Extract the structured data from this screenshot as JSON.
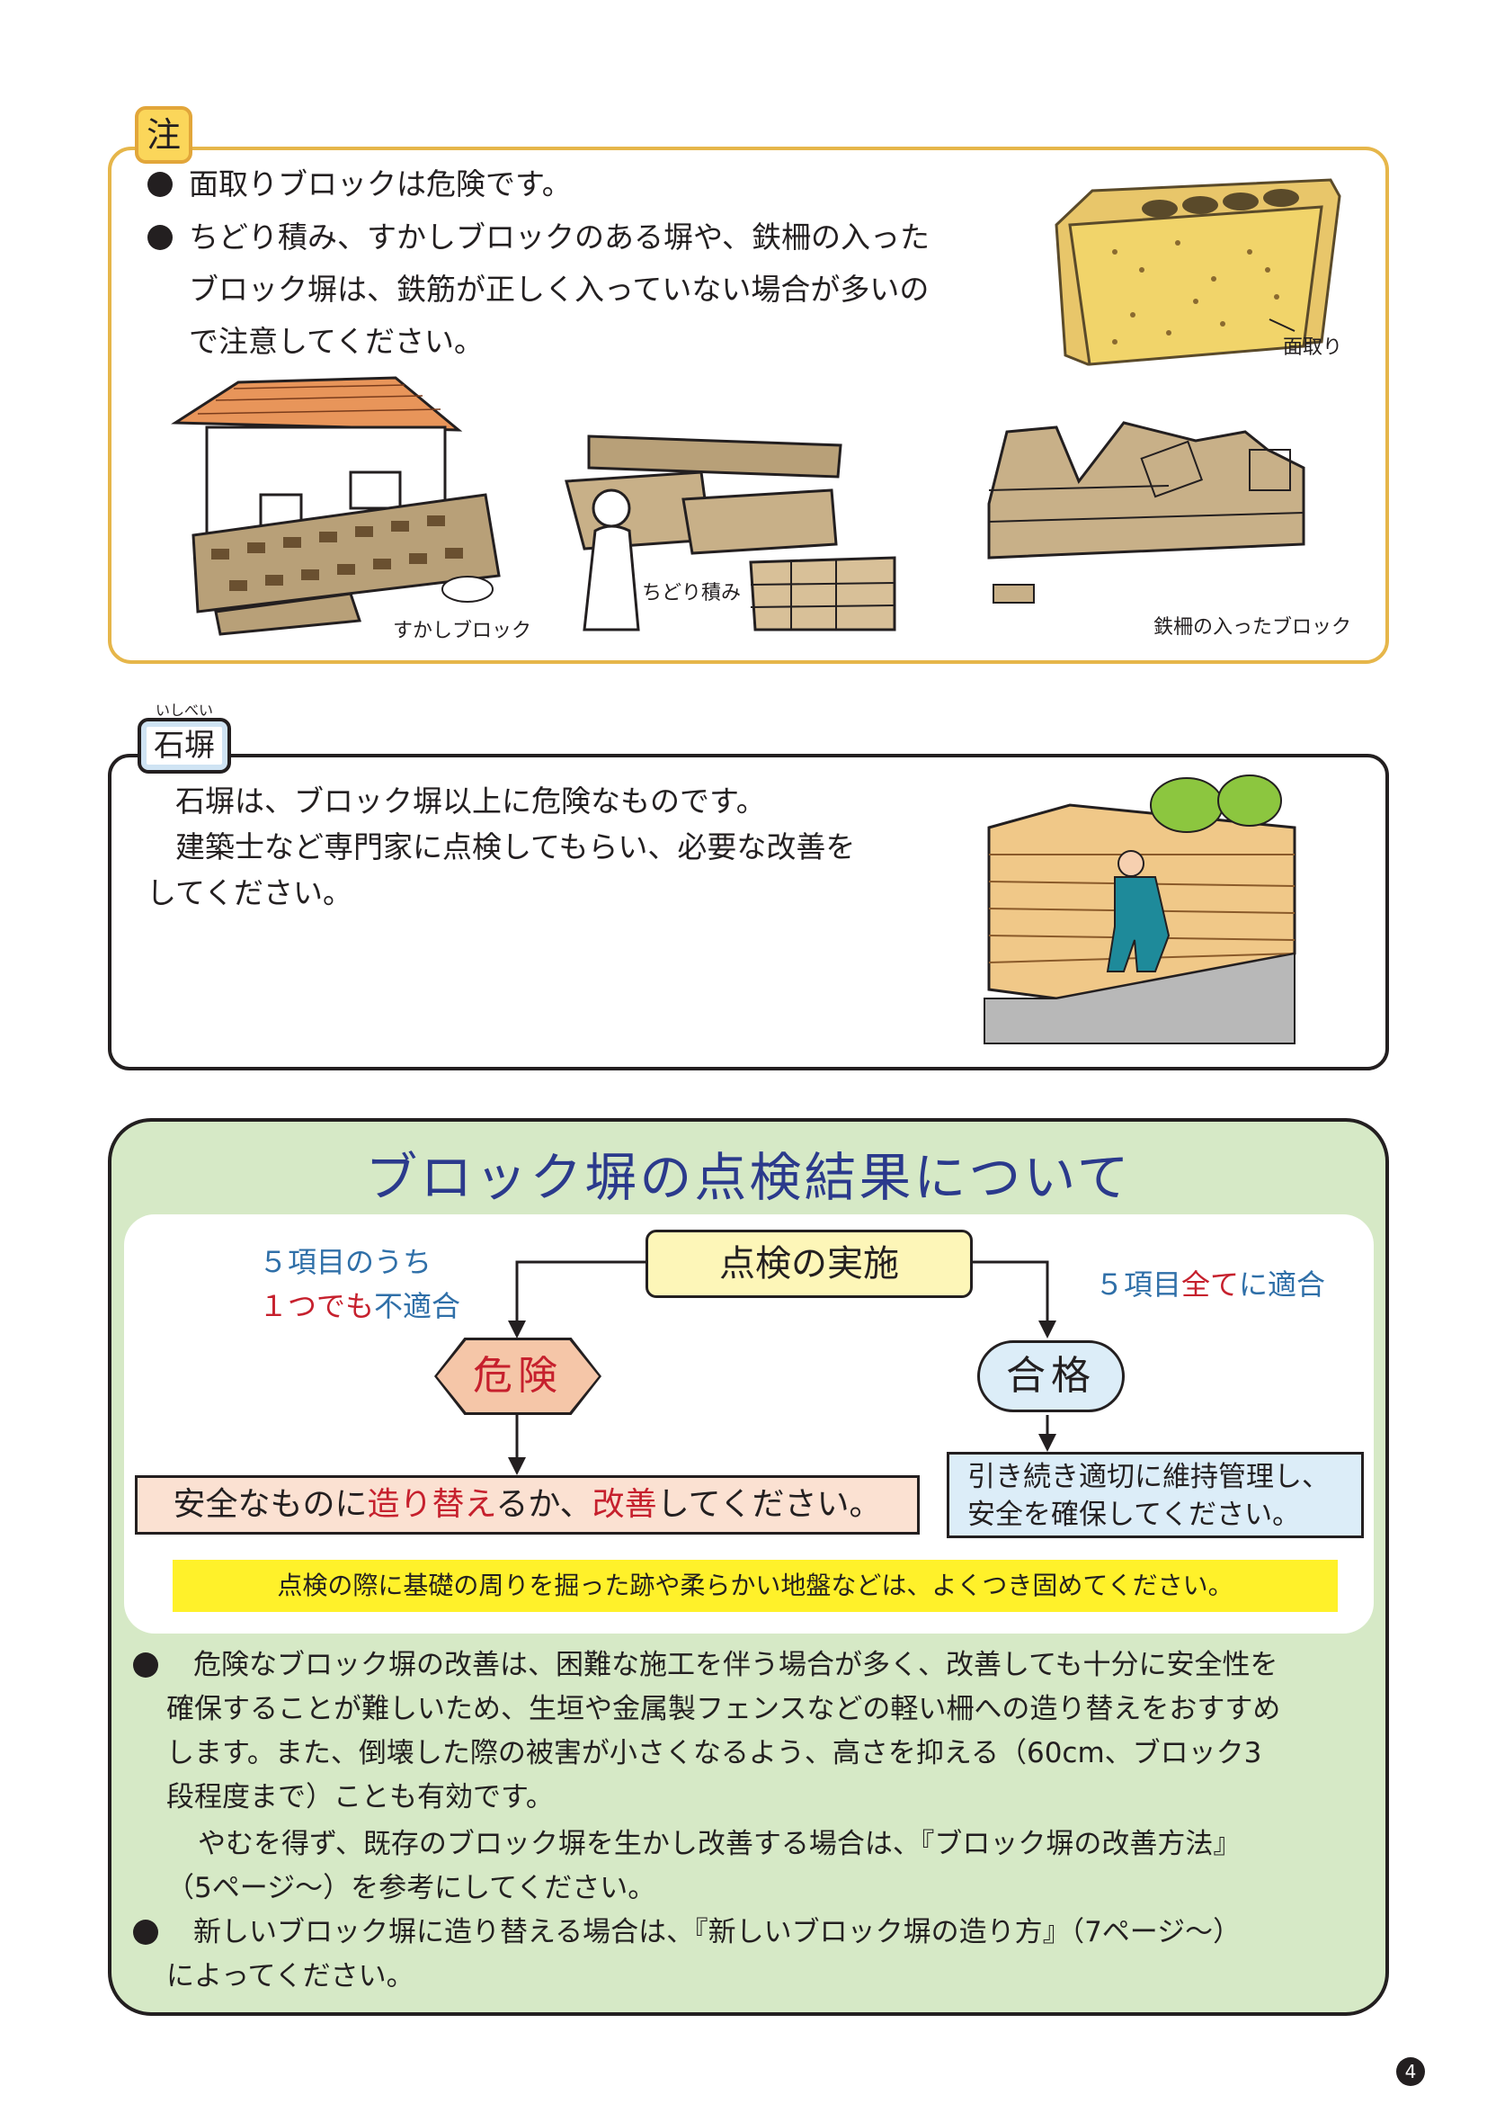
{
  "note": {
    "tag": "注",
    "line1": "面取りブロックは危険です。",
    "line2a": "ちどり積み、すかしブロックのある塀や、鉄柵の入った",
    "line2b": "ブロック塀は、鉄筋が正しく入っていない場合が多いの",
    "line2c": "で注意してください。",
    "caption_chamfer": "面取り",
    "caption_sukashi": "すかしブロック",
    "caption_chidori": "ちどり積み",
    "caption_iron": "鉄柵の入ったブロック"
  },
  "stone": {
    "ruby": "いしべい",
    "tag": "石塀",
    "line1": "石塀は、ブロック塀以上に危険なものです。",
    "line2": "建築士など専門家に点検してもらい、必要な改善を",
    "line3": "してください。"
  },
  "result": {
    "title": "ブロック塀の点検結果について",
    "left_cond_a": "５項目のうち",
    "left_cond_b_one": "１つでも",
    "left_cond_b_rest": "不適合",
    "right_cond_a": "５項目",
    "right_cond_b": "全て",
    "right_cond_c": "に適合",
    "implement": "点検の実施",
    "danger": "危険",
    "pass": "合格",
    "rebuild_a": "安全なものに",
    "rebuild_b": "造り替え",
    "rebuild_c": "るか、",
    "rebuild_d": "改善",
    "rebuild_e": "してください。",
    "maintain_a": "引き続き適切に維持管理し、",
    "maintain_b": "安全を確保してください。",
    "notice": "点検の際に基礎の周りを掘った跡や柔らかい地盤などは、よくつき固めてください。",
    "para1a": "危険なブロック塀の改善は、困難な施工を伴う場合が多く、改善しても十分に安全性を",
    "para1b": "確保することが難しいため、生垣や金属製フェンスなどの軽い柵への造り替えをおすすめ",
    "para1c": "します。また、倒壊した際の被害が小さくなるよう、高さを抑える（60cm、ブロック3",
    "para1d": "段程度まで）ことも有効です。",
    "para2a": "やむを得ず、既存のブロック塀を生かし改善する場合は、『ブロック塀の改善方法』",
    "para2b": "（5ページ～）を参考にしてください。",
    "para3a": "新しいブロック塀に造り替える場合は、『新しいブロック塀の造り方』（7ページ～）",
    "para3b": "によってください。"
  },
  "page_number": "4",
  "colors": {
    "note_border": "#e6b64a",
    "result_bg": "#d6e9c6",
    "title_blue": "#2b3a8c",
    "danger_red": "#c6202d",
    "notice_yellow": "#fff12a"
  }
}
